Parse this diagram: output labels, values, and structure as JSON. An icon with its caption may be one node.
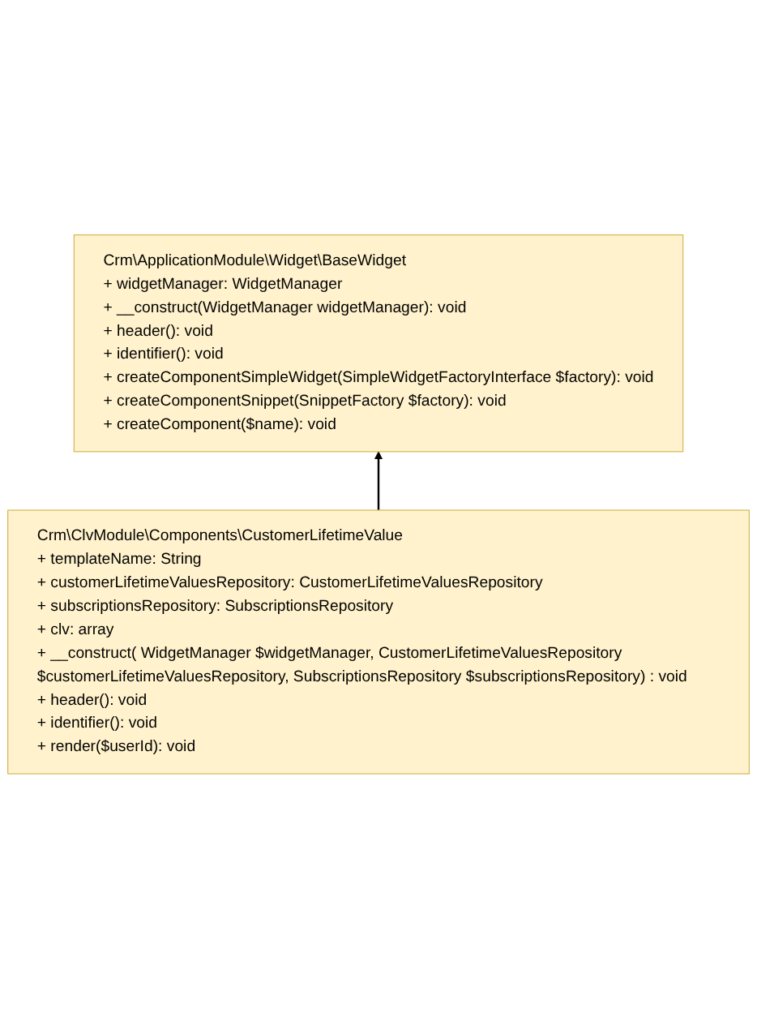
{
  "diagram": {
    "nodes": [
      {
        "text": [
          "Crm\\ApplicationModule\\Widget\\BaseWidget",
          "+ widgetManager: WidgetManager",
          "+ __construct(WidgetManager widgetManager): void",
          "+ header(): void",
          "+ identifier(): void",
          "+ createComponentSimpleWidget(SimpleWidgetFactoryInterface $factory): void",
          "+ createComponentSnippet(SnippetFactory $factory): void",
          "+ createComponent($name): void"
        ]
      },
      {
        "text": [
          "Crm\\ClvModule\\Components\\CustomerLifetimeValue",
          "+ templateName: String",
          "+ customerLifetimeValuesRepository: CustomerLifetimeValuesRepository",
          "+ subscriptionsRepository: SubscriptionsRepository",
          "+ clv: array",
          "+ __construct( WidgetManager $widgetManager, CustomerLifetimeValuesRepository $customerLifetimeValuesRepository, SubscriptionsRepository $subscriptionsRepository) : void",
          "+ header(): void",
          "+ identifier(): void",
          "+ render($userId): void"
        ]
      }
    ],
    "edges": [
      {
        "from": 1,
        "to": 0,
        "arrow": "to"
      }
    ]
  }
}
